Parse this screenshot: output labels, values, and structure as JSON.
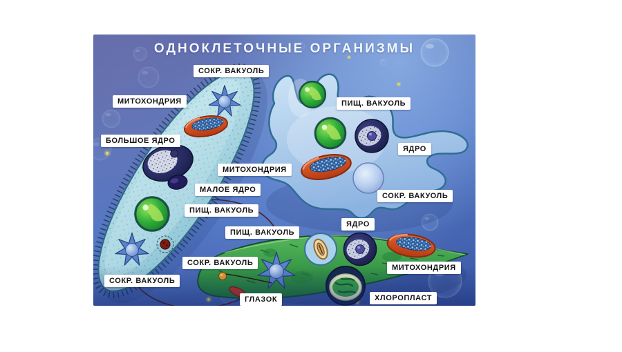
{
  "poster": {
    "title": "ОДНОКЛЕТОЧНЫЕ ОРГАНИЗМЫ"
  },
  "labels": [
    {
      "id": "sokr-vakuol-paramecium-top",
      "text": "СОКР. ВАКУОЛЬ"
    },
    {
      "id": "mitohondriya-paramecium",
      "text": "МИТОХОНДРИЯ"
    },
    {
      "id": "pishch-vakuol-amoeba",
      "text": "ПИЩ. ВАКУОЛЬ"
    },
    {
      "id": "bolshoe-yadro-paramecium",
      "text": "БОЛЬШОЕ ЯДРО"
    },
    {
      "id": "yadro-amoeba",
      "text": "ЯДРО"
    },
    {
      "id": "mitohondriya-amoeba",
      "text": "МИТОХОНДРИЯ"
    },
    {
      "id": "maloe-yadro-paramecium",
      "text": "МАЛОЕ ЯДРО"
    },
    {
      "id": "sokr-vakuol-amoeba",
      "text": "СОКР. ВАКУОЛЬ"
    },
    {
      "id": "pishch-vakuol-paramecium",
      "text": "ПИЩ. ВАКУОЛЬ"
    },
    {
      "id": "yadro-euglena",
      "text": "ЯДРО"
    },
    {
      "id": "pishch-vakuol-euglena",
      "text": "ПИЩ. ВАКУОЛЬ"
    },
    {
      "id": "sokr-vakuol-euglena",
      "text": "СОКР. ВАКУОЛЬ"
    },
    {
      "id": "mitohondriya-euglena",
      "text": "МИТОХОНДРИЯ"
    },
    {
      "id": "sokr-vakuol-paramecium-bottom",
      "text": "СОКР. ВАКУОЛЬ"
    },
    {
      "id": "glazok-euglena",
      "text": "ГЛАЗОК"
    },
    {
      "id": "hloroplast-euglena",
      "text": "ХЛОРОПЛАСТ"
    }
  ],
  "colors": {
    "page_background": "#ffffff",
    "poster_blue_top": "#5e66a6",
    "poster_blue_mid": "#5477c4",
    "poster_blue_bottom": "#3a57a6",
    "label_background": "#ffffff",
    "label_text": "#141414",
    "title_text": "#f2f6ff",
    "paramecium_body": "#aadbe4",
    "amoeba_body": "#b5d4ec",
    "euglena_body": "#3f9e4f",
    "mitochondria_orange": "#d0502a",
    "nucleus_navy": "#1c2152",
    "food_vacuole_green": "#2fae3a",
    "eyespot_orange": "#eda02c"
  }
}
